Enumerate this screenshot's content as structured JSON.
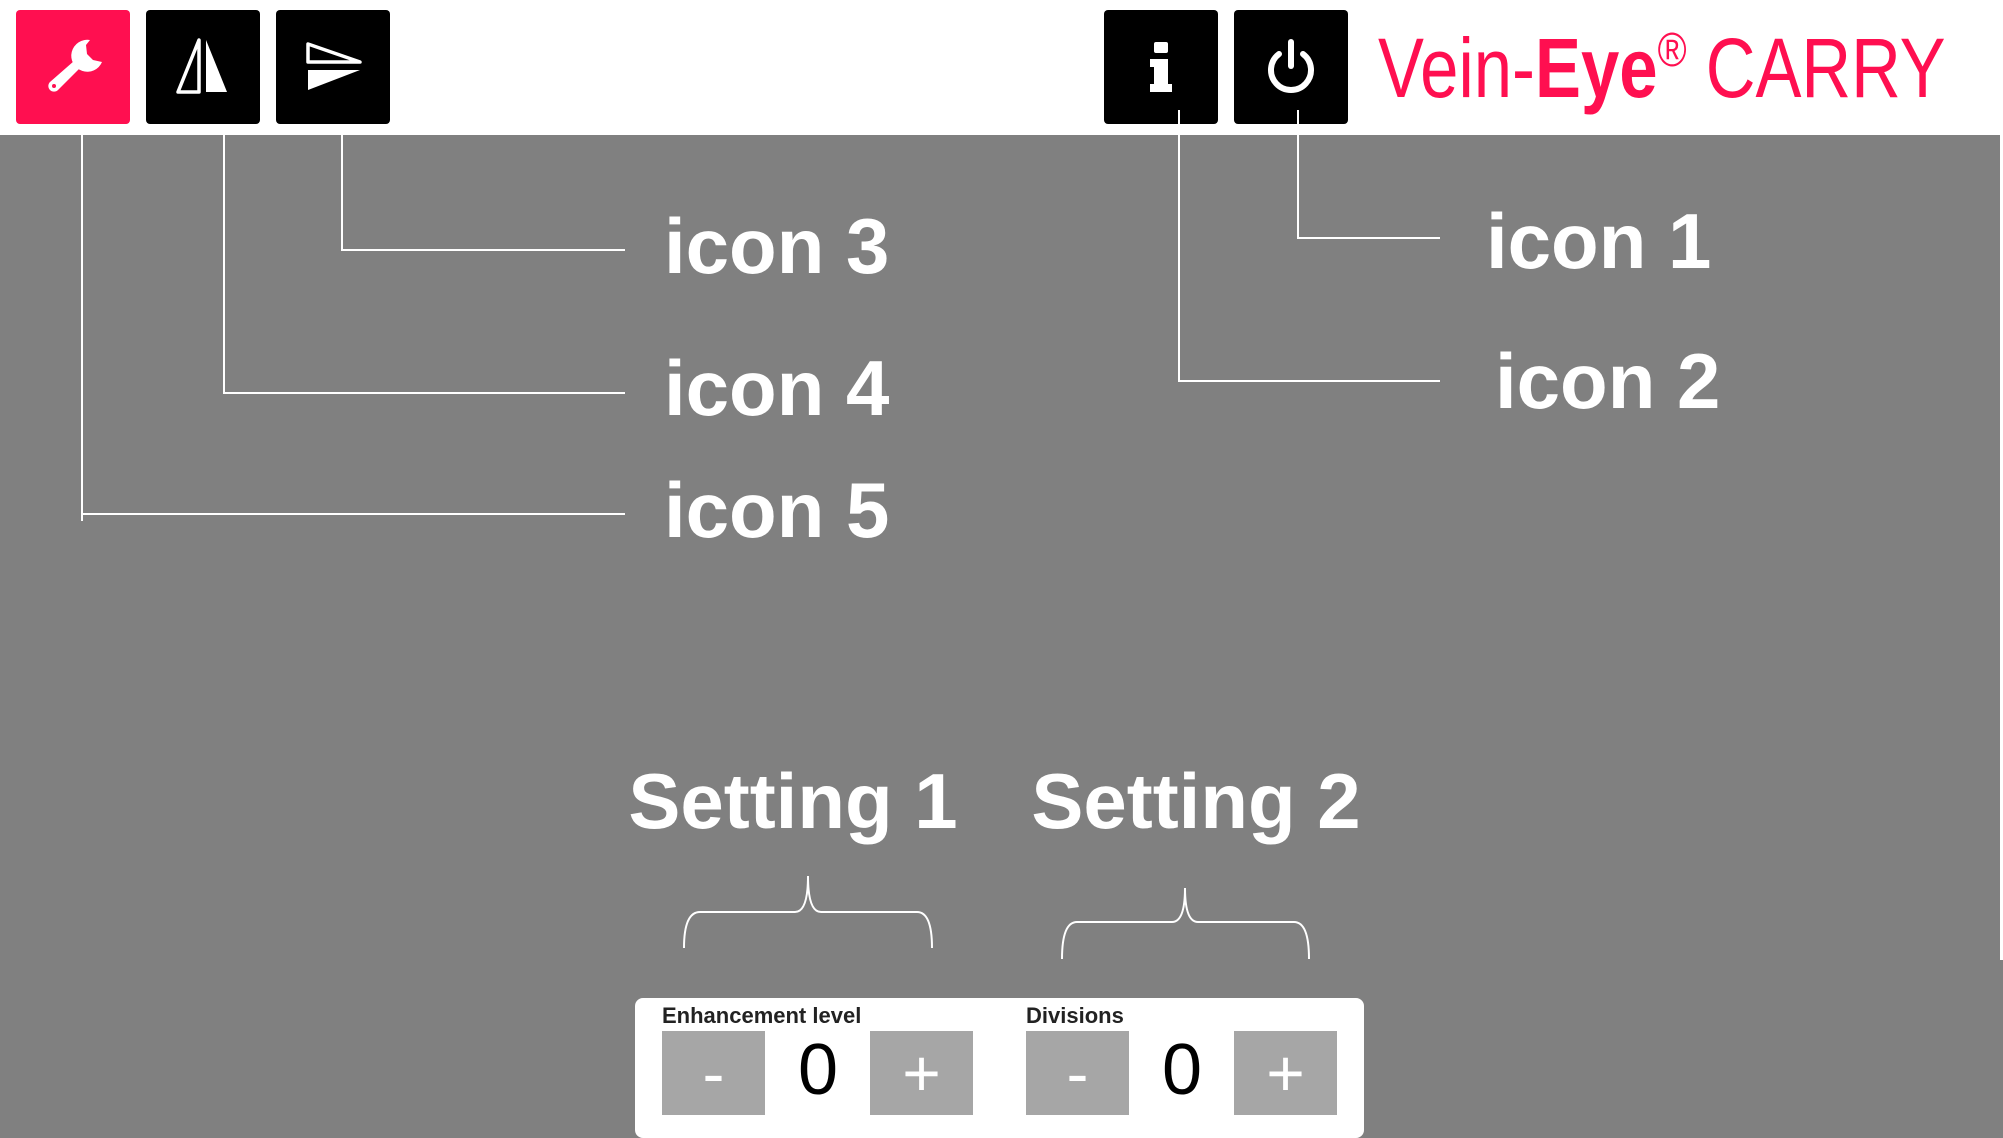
{
  "header": {
    "brand": {
      "part1": "Vein-",
      "part2": "Eye",
      "reg": "®",
      "part3": " CARRY",
      "color": "#ff0f50"
    },
    "buttons": [
      {
        "icon": "wrench-icon",
        "active": true
      },
      {
        "icon": "mirror-icon"
      },
      {
        "icon": "flip-icon"
      },
      {
        "icon": "info-icon"
      },
      {
        "icon": "power-icon"
      }
    ]
  },
  "callouts": {
    "icon1": "icon 1",
    "icon2": "icon 2",
    "icon3": "icon 3",
    "icon4": "icon 4",
    "icon5": "icon 5"
  },
  "settings": {
    "setting1": "Setting 1",
    "setting2": "Setting 2"
  },
  "panel": {
    "enhancement": {
      "label": "Enhancement level",
      "value": "0",
      "minus": "-",
      "plus": "+"
    },
    "divisions": {
      "label": "Divisions",
      "value": "0",
      "minus": "-",
      "plus": "+"
    }
  },
  "colors": {
    "accent": "#ff0f50",
    "background": "#808080",
    "button": "#a6a6a6"
  }
}
